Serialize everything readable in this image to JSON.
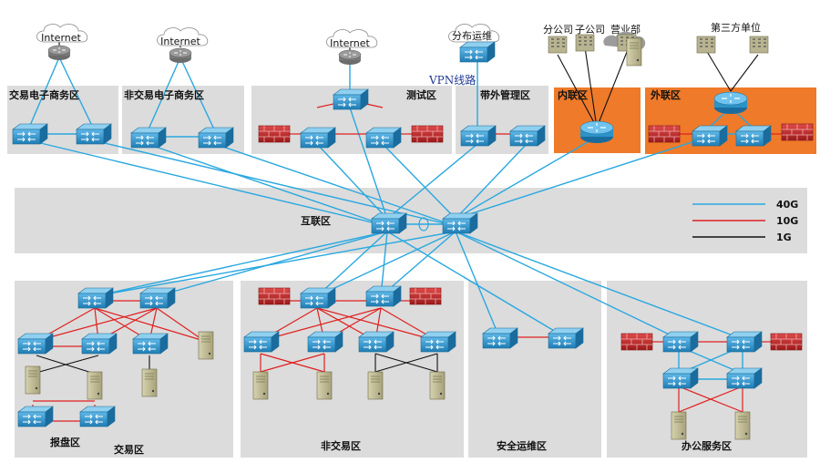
{
  "colors": {
    "link_40g": "#29a8e0",
    "link_10g": "#e02020",
    "link_1g": "#111111",
    "zone_gray": "#dcdcdc",
    "zone_orange": "#ee7a2a",
    "switch_blue": "#2c93c8",
    "firewall_red": "#c8232c",
    "server_tan": "#c8c39a"
  },
  "zones": {
    "internet_trade": "交易电子商务区",
    "internet_nontrade": "非交易电子商务区",
    "test": "测试区",
    "oob": "带外管理区",
    "intranet": "内联区",
    "extranet": "外联区",
    "interconnect": "互联区",
    "quote": "报盘区",
    "trade": "交易区",
    "nontrade": "非交易区",
    "secops": "安全运维区",
    "office": "办公服务区"
  },
  "clouds": {
    "internet_1": "Internet",
    "internet_2": "Internet",
    "internet_3": "Internet",
    "distributed_ops": "分布运维"
  },
  "labels": {
    "vpn": "VPN线路",
    "branch": "分公司",
    "subsidiary": "子公司",
    "sales_dept": "营业部",
    "third_party": "第三方单位"
  },
  "legend": [
    {
      "label": "40G",
      "color": "#29a8e0"
    },
    {
      "label": "10G",
      "color": "#e02020"
    },
    {
      "label": "1G",
      "color": "#111111"
    }
  ]
}
